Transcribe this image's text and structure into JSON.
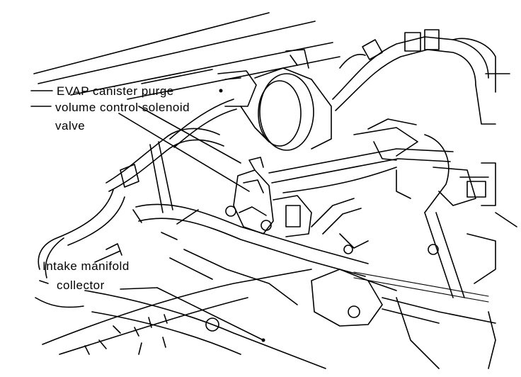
{
  "labels": {
    "evap_line1": "EVAP canister purge",
    "evap_line2": "volume control solenoid",
    "evap_line3": "valve",
    "intake_line1": "Intake manifold",
    "intake_line2": "collector"
  },
  "colors": {
    "stroke": "#000000",
    "background": "#ffffff"
  }
}
